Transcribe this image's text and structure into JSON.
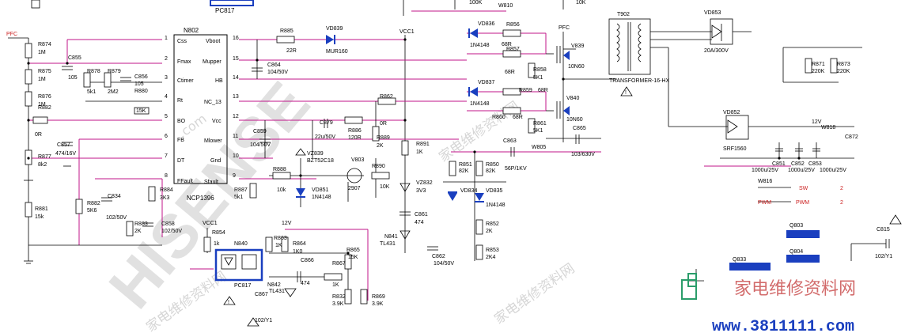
{
  "ic": {
    "ref": "N802",
    "part": "NCP1396",
    "pins": [
      {
        "n": "1",
        "name": "Css"
      },
      {
        "n": "2",
        "name": "Fmax"
      },
      {
        "n": "3",
        "name": "Ctimer"
      },
      {
        "n": "4",
        "name": "Rt"
      },
      {
        "n": "5",
        "name": "BO"
      },
      {
        "n": "6",
        "name": "FB"
      },
      {
        "n": "7",
        "name": "DT"
      },
      {
        "n": "8",
        "name": "FFault"
      },
      {
        "n": "16",
        "name": "Vboot"
      },
      {
        "n": "15",
        "name": "Mupper"
      },
      {
        "n": "14",
        "name": "HB"
      },
      {
        "n": "13",
        "name": "NC_13"
      },
      {
        "n": "12",
        "name": "Vcc"
      },
      {
        "n": "11",
        "name": "Mlower"
      },
      {
        "n": "10",
        "name": "Gnd"
      },
      {
        "n": "9",
        "name": "Sfault"
      }
    ]
  },
  "nets": {
    "pfc": "PFC",
    "vcc1": "VCC1",
    "v12": "12V"
  },
  "top_parts": [
    "PC817",
    "100K",
    "W810",
    "10K"
  ],
  "left_parts": [
    {
      "ref": "R874",
      "val": "1M"
    },
    {
      "ref": "R875",
      "val": "1M"
    },
    {
      "ref": "R876",
      "val": "1M"
    },
    {
      "ref": "R882",
      "val": ""
    },
    {
      "ref": "0R",
      "val": ""
    },
    {
      "ref": "R877",
      "val": "8k2"
    },
    {
      "ref": "R881",
      "val": "15k"
    },
    {
      "ref": "C855",
      "val": "105"
    },
    {
      "ref": "C857",
      "val": "474/16V"
    },
    {
      "ref": "R878",
      "val": "5k1"
    },
    {
      "ref": "R879",
      "val": "2M2"
    },
    {
      "ref": "C856",
      "val": "105"
    },
    {
      "ref": "R880",
      "val": "15K"
    },
    {
      "ref": "R882",
      "val": "5K6"
    },
    {
      "ref": "C834",
      "val": "102/50V"
    },
    {
      "ref": "R883",
      "val": "2K"
    },
    {
      "ref": "C858",
      "val": "102/50V"
    },
    {
      "ref": "R884",
      "val": "3K3"
    }
  ],
  "mid_parts": [
    {
      "ref": "R885",
      "val": "22R"
    },
    {
      "ref": "VD839",
      "val": "MUR160"
    },
    {
      "ref": "C864",
      "val": "104/50V"
    },
    {
      "ref": "C859",
      "val": "104/50V"
    },
    {
      "ref": "R862",
      "val": "0R"
    },
    {
      "ref": "C879",
      "val": "22u/50V"
    },
    {
      "ref": "R886",
      "val": "120R"
    },
    {
      "ref": "VZ839",
      "val": "BZT52C18"
    },
    {
      "ref": "R888",
      "val": "10k"
    },
    {
      "ref": "R887",
      "val": "5k1"
    },
    {
      "ref": "VD851",
      "val": "1N4148"
    },
    {
      "ref": "V803",
      "val": "2907"
    },
    {
      "ref": "R889",
      "val": "2K"
    },
    {
      "ref": "R890",
      "val": "10K"
    },
    {
      "ref": "R891",
      "val": "1K"
    },
    {
      "ref": "VZ832",
      "val": "3V3"
    },
    {
      "ref": "C861",
      "val": "474"
    },
    {
      "ref": "N841",
      "val": "TL431"
    },
    {
      "ref": "C862",
      "val": "104/50V"
    }
  ],
  "bottom_parts": [
    {
      "ref": "R854",
      "val": "1k"
    },
    {
      "ref": "N840",
      "val": "PC817"
    },
    {
      "ref": "R863",
      "val": "1K"
    },
    {
      "ref": "R864",
      "val": "1K0"
    },
    {
      "ref": "C866",
      "val": "474"
    },
    {
      "ref": "R867",
      "val": "1K"
    },
    {
      "ref": "R865",
      "val": "15K"
    },
    {
      "ref": "N842",
      "val": "TL431"
    },
    {
      "ref": "C867",
      "val": "102/Y1"
    },
    {
      "ref": "R832",
      "val": "3.9K"
    },
    {
      "ref": "R869",
      "val": "3.9K"
    }
  ],
  "gate_parts": [
    {
      "ref": "VD836",
      "val": "1N4148"
    },
    {
      "ref": "R856",
      "val": "68R"
    },
    {
      "ref": "R857",
      "val": "68R"
    },
    {
      "ref": "R858",
      "val": "5K1"
    },
    {
      "ref": "V839",
      "val": "10N60"
    },
    {
      "ref": "VD837",
      "val": "1N4148"
    },
    {
      "ref": "R859",
      "val": "68R"
    },
    {
      "ref": "R860",
      "val": "68R"
    },
    {
      "ref": "R861",
      "val": "5K1"
    },
    {
      "ref": "V840",
      "val": "10N60"
    },
    {
      "ref": "C863",
      "val": "56P/1KV"
    },
    {
      "ref": "W805",
      "val": ""
    },
    {
      "ref": "C865",
      "val": "103/630V"
    },
    {
      "ref": "R851",
      "val": "82K"
    },
    {
      "ref": "R850",
      "val": "82K"
    },
    {
      "ref": "VD834",
      "val": ""
    },
    {
      "ref": "VD835",
      "val": "1N4148"
    },
    {
      "ref": "R852",
      "val": "2K"
    },
    {
      "ref": "R853",
      "val": "2K4"
    }
  ],
  "xfmr": {
    "ref": "T902",
    "part": "TRANSFORMER-16-HX"
  },
  "right_parts": [
    {
      "ref": "VD853",
      "val": "20A/300V"
    },
    {
      "ref": "VD852",
      "val": "SRF1560"
    },
    {
      "ref": "R871",
      "val": "220K"
    },
    {
      "ref": "R873",
      "val": "220K"
    },
    {
      "ref": "W818",
      "val": ""
    },
    {
      "ref": "C872",
      "val": ""
    },
    {
      "ref": "C851",
      "val": "1000u/25V"
    },
    {
      "ref": "C852",
      "val": "1000u/25V"
    },
    {
      "ref": "C853",
      "val": "1000u/25V"
    },
    {
      "ref": "W816",
      "val": ""
    },
    {
      "ref": "Q803",
      "val": ""
    },
    {
      "ref": "Q804",
      "val": ""
    },
    {
      "ref": "Q833",
      "val": ""
    },
    {
      "ref": "C815",
      "val": "102/Y1"
    }
  ],
  "signals": [
    {
      "name": "SW",
      "pin": "2"
    },
    {
      "name": "PWM",
      "pin": "2"
    }
  ],
  "watermark": {
    "big": "HISENSE",
    "site_cn": "家电维修资料网",
    "url": "www.3811111.com",
    "dotcom": ".com"
  }
}
